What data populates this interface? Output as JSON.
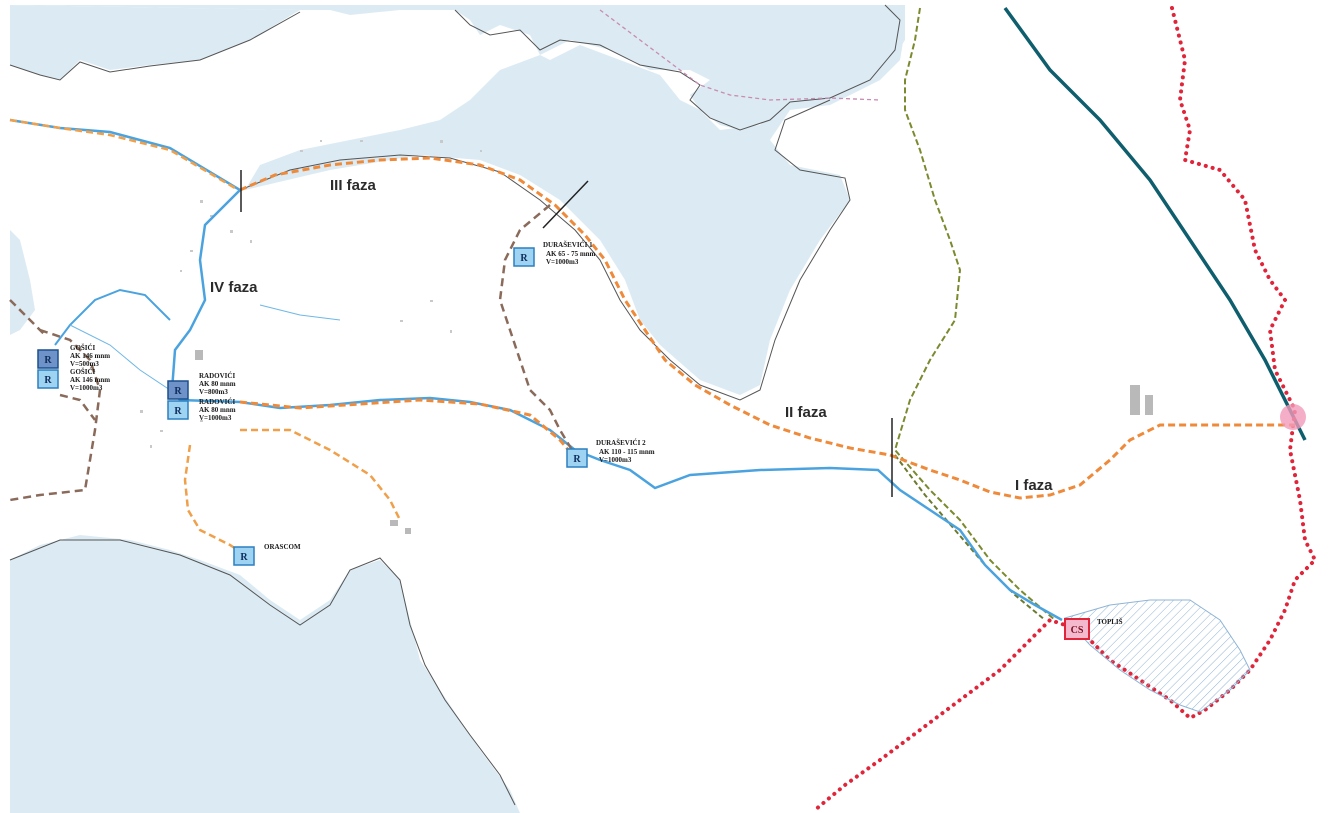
{
  "phases": {
    "iii": "III faza",
    "iv": "IV faza",
    "ii": "II faza",
    "i": "I faza"
  },
  "reservoir_letter": "R",
  "pump_station_letter": "CS",
  "reservoirs": {
    "gosici_1": {
      "name": "GOŠIĆI",
      "spec": "AK 146 mnm",
      "volume": "V=500m3"
    },
    "gosici_2": {
      "name": "GOŠIĆI",
      "spec": "AK 146 mnm",
      "volume": "V=1000m3"
    },
    "radovici_1": {
      "name": "RADOVIĆI",
      "spec": "AK 80 mnm",
      "volume": "V=800m3"
    },
    "radovici_2": {
      "name": "RADOVIĆI",
      "spec": "AK 80 mnm",
      "volume": "V=1000m3"
    },
    "durasevici_1": {
      "name": "DURAŠEVIĆI 1",
      "spec": "AK 65 - 75 mnm",
      "volume": "V=1000m3"
    },
    "durasevici_2": {
      "name": "DURAŠEVIĆI 2",
      "spec": "AK 110 - 115 mnm",
      "volume": "V=1000m3"
    },
    "orascom": {
      "name": "ORASCOM"
    }
  },
  "toplis": "TOPLIŠ",
  "colors": {
    "sea": "#dcebf3",
    "water_main": "#4aa3df",
    "sewer_orange": "#ef8a3a",
    "brown_dashed": "#8a6a5a",
    "olive_dashed": "#7b8a2e",
    "red_dotted": "#e0253a",
    "teal_line": "#0e5e6e",
    "pink_dot": "#f29ab9",
    "reservoir_fill": "#9fd3f2",
    "reservoir_fill_dark": "#6f92c9"
  }
}
